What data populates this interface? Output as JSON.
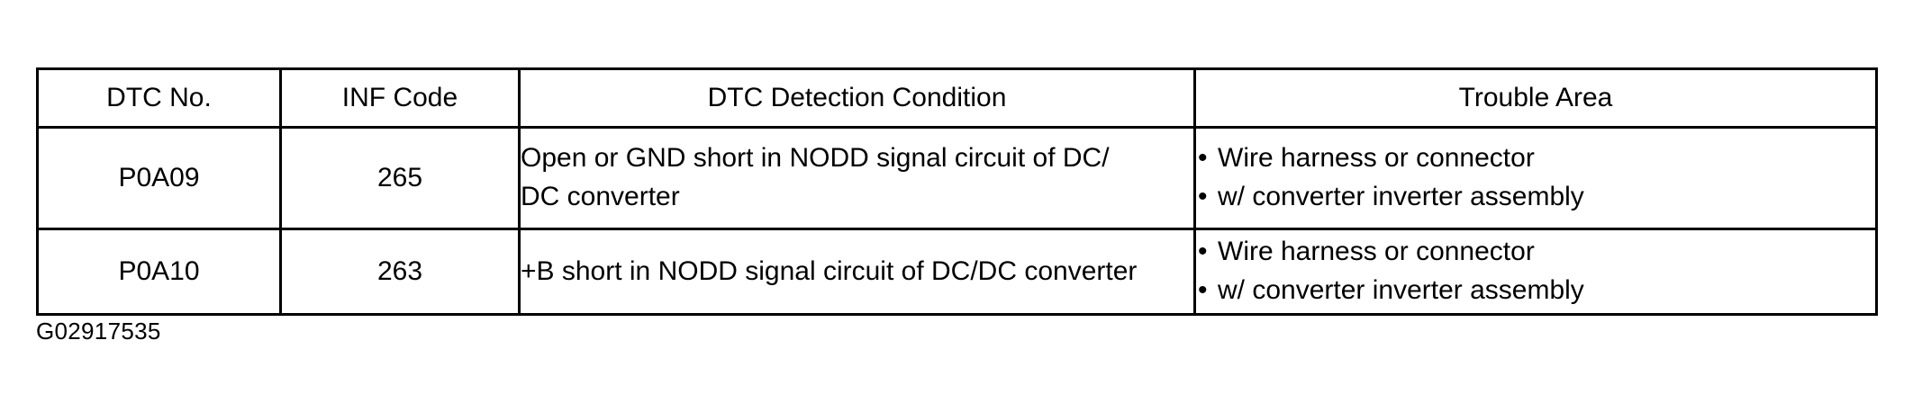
{
  "table": {
    "headers": [
      {
        "key": "dtc_no",
        "label": "DTC No."
      },
      {
        "key": "inf_code",
        "label": "INF Code"
      },
      {
        "key": "detection_condition",
        "label": "DTC Detection Condition"
      },
      {
        "key": "trouble_area",
        "label": "Trouble Area"
      }
    ],
    "rows": [
      {
        "dtc_no": "P0A09",
        "inf_code": "265",
        "detection_condition_lines": [
          "Open or GND short in NODD signal circuit of DC/",
          "DC converter"
        ],
        "trouble_area_items": [
          "Wire harness or connector",
          "w/ converter inverter assembly"
        ]
      },
      {
        "dtc_no": "P0A10",
        "inf_code": "263",
        "detection_condition_lines": [
          "+B short in NODD signal circuit of DC/DC converter"
        ],
        "trouble_area_items": [
          "Wire harness or connector",
          "w/ converter inverter assembly"
        ]
      }
    ]
  },
  "figure": {
    "code": "G02917535"
  },
  "bullet": "•",
  "colors": {
    "background": "#ffffff",
    "text": "#000000",
    "border": "#000000"
  }
}
